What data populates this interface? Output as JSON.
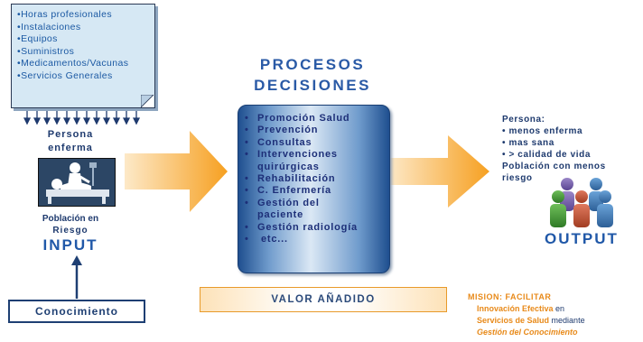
{
  "resources": {
    "items": [
      "•Horas profesionales",
      "•Instalaciones",
      "•Equipos",
      "•Suministros",
      "•Medicamentos/Vacunas",
      "•Servicios Generales"
    ]
  },
  "input": {
    "person_line1": "Persona",
    "person_line2": "enferma",
    "population_line1": "Población en",
    "population_line2": "Riesgo",
    "label": "INPUT",
    "knowledge": "Conocimiento"
  },
  "process": {
    "title_line1": "PROCESOS",
    "title_line2": "DECISIONES",
    "items": [
      "Promoción Salud",
      "Prevención",
      "Consultas",
      "Intervenciones quirúrgicas",
      "Rehabilitación",
      "C. Enfermería",
      "Gestión del paciente",
      "Gestión radiología",
      "etc..."
    ],
    "bullet": "•",
    "value_added": "VALOR AÑADIDO"
  },
  "output": {
    "heading": "Persona:",
    "items": [
      "• menos enferma",
      "• mas sana",
      "• > calidad de vida"
    ],
    "population_line1": "Población con menos",
    "population_line2": "riesgo",
    "label": "OUTPUT"
  },
  "mission": {
    "line1": "MISION: FACILITAR",
    "line2a": "Innovación Efectiva",
    "line2b": " en",
    "line3a": "Servicios de Salud",
    "line3b": " mediante",
    "line4": "Gestión del Conocimiento"
  },
  "colors": {
    "arrow_orange": "#f7a21b",
    "title_blue": "#2a5aa6",
    "mission_orange": "#e88a1a"
  }
}
